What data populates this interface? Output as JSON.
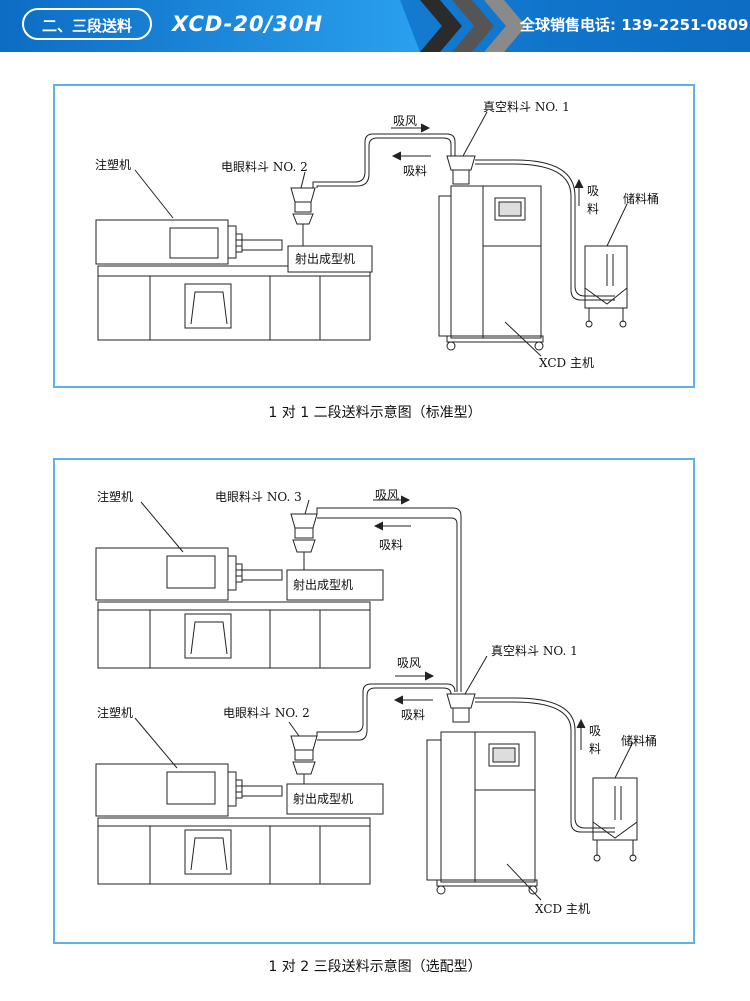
{
  "header": {
    "section_label": "二、三段送料",
    "model": "XCD-20/30H",
    "hotline_label": "全球销售电话:",
    "hotline_number": "139-2251-0809",
    "colors": {
      "banner": "#1f8fe0",
      "banner_dark": "#0b5fae",
      "chevron": "#3a3a3a",
      "accent": "#5fb0e8"
    }
  },
  "diagram1": {
    "labels": {
      "molding_machine": "注塑机",
      "eye_hopper": "电眼料斗 NO. 2",
      "vacuum_hopper": "真空料斗 NO. 1",
      "suction_wind": "吸风",
      "suction_material": "吸料",
      "injection_machine": "射出成型机",
      "storage_bin": "储料桶",
      "suction_vertical": "吸料",
      "main_unit": "XCD 主机"
    },
    "caption": "1 对 1  二段送料示意图（标准型）"
  },
  "diagram2": {
    "labels": {
      "molding_machine_top": "注塑机",
      "eye_hopper_3": "电眼料斗 NO. 3",
      "suction_wind_top": "吸风",
      "suction_material_top": "吸料",
      "injection_machine_top": "射出成型机",
      "vacuum_hopper": "真空料斗 NO. 1",
      "suction_wind_mid": "吸风",
      "suction_material_mid": "吸料",
      "molding_machine_bottom": "注塑机",
      "eye_hopper_2": "电眼料斗 NO. 2",
      "injection_machine_bottom": "射出成型机",
      "suction_vertical": "吸料",
      "storage_bin": "储料桶",
      "main_unit": "XCD 主机"
    },
    "caption": "1 对 2  三段送料示意图（选配型）"
  }
}
